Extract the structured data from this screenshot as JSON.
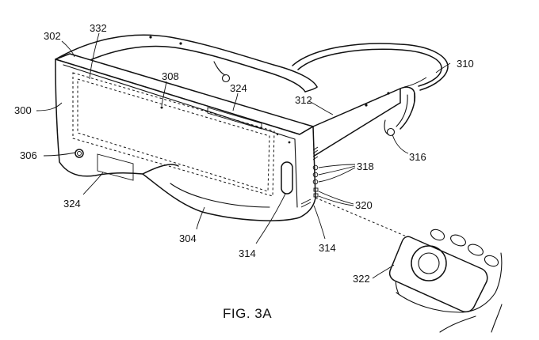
{
  "figure": {
    "caption": "FIG. 3A"
  },
  "reference_numerals": [
    {
      "id": "302",
      "text": "302"
    },
    {
      "id": "332",
      "text": "332"
    },
    {
      "id": "300",
      "text": "300"
    },
    {
      "id": "308",
      "text": "308"
    },
    {
      "id": "324a",
      "text": "324"
    },
    {
      "id": "306",
      "text": "306"
    },
    {
      "id": "324b",
      "text": "324"
    },
    {
      "id": "304",
      "text": "304"
    },
    {
      "id": "314a",
      "text": "314"
    },
    {
      "id": "314b",
      "text": "314"
    },
    {
      "id": "312",
      "text": "312"
    },
    {
      "id": "310",
      "text": "310"
    },
    {
      "id": "316",
      "text": "316"
    },
    {
      "id": "318",
      "text": "318"
    },
    {
      "id": "320",
      "text": "320"
    },
    {
      "id": "322",
      "text": "322"
    }
  ]
}
